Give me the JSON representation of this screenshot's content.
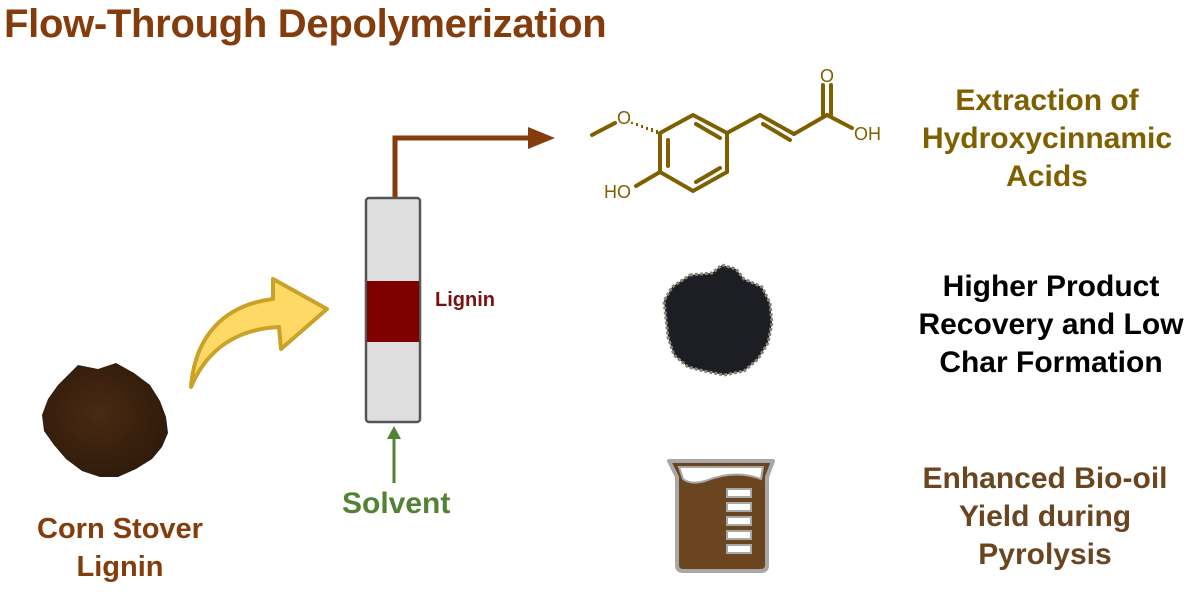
{
  "title": "Flow-Through Depolymerization",
  "feedstock": {
    "label_line1": "Corn Stover",
    "label_line2": "Lignin",
    "icon": "lignin-powder-icon"
  },
  "column": {
    "bed_label": "Lignin",
    "inlet_label": "Solvent",
    "icon": "flow-through-column-icon"
  },
  "molecule": {
    "name": "ferulic-acid-structure",
    "atom_labels": {
      "methoxy_o": "O",
      "hydroxyl": "HO",
      "carbonyl_o": "O",
      "acid_oh": "OH"
    }
  },
  "outcomes": [
    {
      "line1": "Extraction of",
      "line2": "Hydroxycinnamic",
      "line3": "Acids",
      "icon": "molecule-icon"
    },
    {
      "line1": "Higher Product",
      "line2": "Recovery and Low",
      "line3": "Char Formation",
      "icon": "char-powder-icon"
    },
    {
      "line1": "Enhanced Bio-oil",
      "line2": "Yield during",
      "line3": "Pyrolysis",
      "icon": "beaker-icon"
    }
  ],
  "colors": {
    "title": "#843c0c",
    "outlet_arrow": "#843c0c",
    "lignin_bed": "#800000",
    "solvent": "#548235",
    "molecule": "#7f6000",
    "curved_arrow_fill": "#ffd966",
    "curved_arrow_stroke": "#c9a227",
    "beaker": "#6b4520"
  }
}
